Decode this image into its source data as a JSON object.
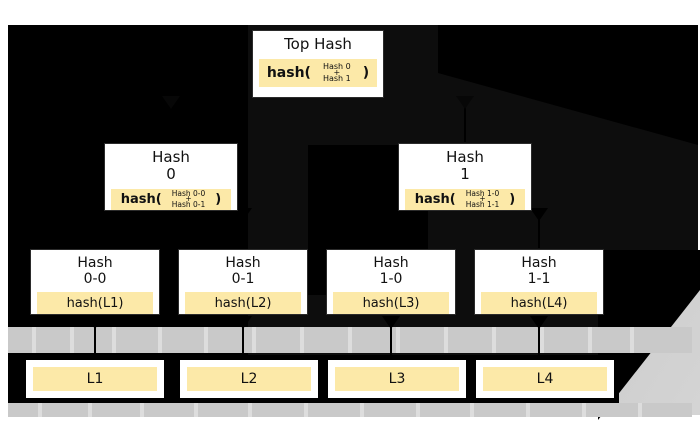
{
  "diagram": {
    "type": "merkle-hash-tree",
    "background_color": "#000000",
    "node_fill": "#ffffff",
    "value_fill": "#fce9a8",
    "border_color": "#2b2b2b",
    "levels": [
      {
        "level": 0,
        "nodes": [
          {
            "id": "top-hash",
            "title": "Top Hash",
            "value_prefix": "hash(",
            "value_operands": [
              "Hash 0",
              "Hash 1"
            ],
            "value_operator": "+",
            "value_suffix": ")"
          }
        ]
      },
      {
        "level": 1,
        "nodes": [
          {
            "id": "hash-0",
            "title_line1": "Hash",
            "title_line2": "0",
            "value_prefix": "hash(",
            "value_operands": [
              "Hash 0-0",
              "Hash 0-1"
            ],
            "value_operator": "+",
            "value_suffix": ")"
          },
          {
            "id": "hash-1",
            "title_line1": "Hash",
            "title_line2": "1",
            "value_prefix": "hash(",
            "value_operands": [
              "Hash 1-0",
              "Hash 1-1"
            ],
            "value_operator": "+",
            "value_suffix": ")"
          }
        ]
      },
      {
        "level": 2,
        "nodes": [
          {
            "id": "hash-0-0",
            "title_line1": "Hash",
            "title_line2": "0-0",
            "value": "hash(L1)"
          },
          {
            "id": "hash-0-1",
            "title_line1": "Hash",
            "title_line2": "0-1",
            "value": "hash(L2)"
          },
          {
            "id": "hash-1-0",
            "title_line1": "Hash",
            "title_line2": "1-0",
            "value": "hash(L3)"
          },
          {
            "id": "hash-1-1",
            "title_line1": "Hash",
            "title_line2": "1-1",
            "value": "hash(L4)"
          }
        ]
      },
      {
        "level": 3,
        "nodes": [
          {
            "id": "data-block-l1",
            "value": "L1"
          },
          {
            "id": "data-block-l2",
            "value": "L2"
          },
          {
            "id": "data-block-l3",
            "value": "L3"
          },
          {
            "id": "data-block-l4",
            "value": "L4"
          }
        ]
      }
    ]
  }
}
